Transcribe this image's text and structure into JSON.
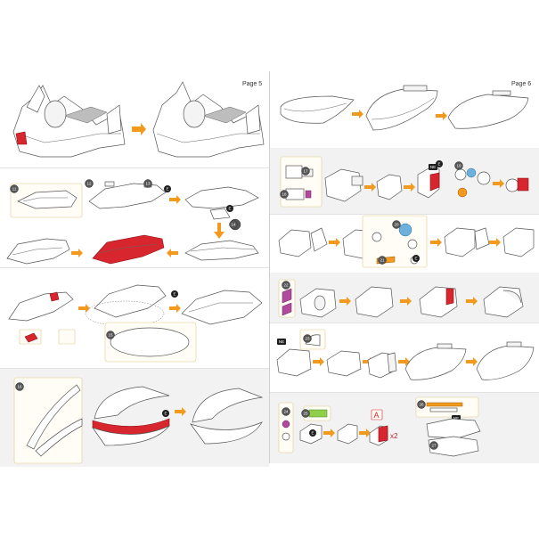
{
  "pages": [
    {
      "label": "Page 5"
    },
    {
      "label": "Page 6"
    }
  ],
  "callouts": {
    "left": [
      "11",
      "12",
      "13",
      "14",
      "15",
      "16"
    ],
    "right": [
      "17",
      "18",
      "19",
      "20",
      "21",
      "22",
      "23",
      "24",
      "25",
      "26",
      "27"
    ]
  },
  "markers": {
    "e": "E",
    "ne": "NE",
    "a_box": "A",
    "multiplier": "x2"
  },
  "colors": {
    "accent_arrow": "#f39a1e",
    "highlight_part": "#d8262e",
    "callout_border": "#e2c88d"
  }
}
